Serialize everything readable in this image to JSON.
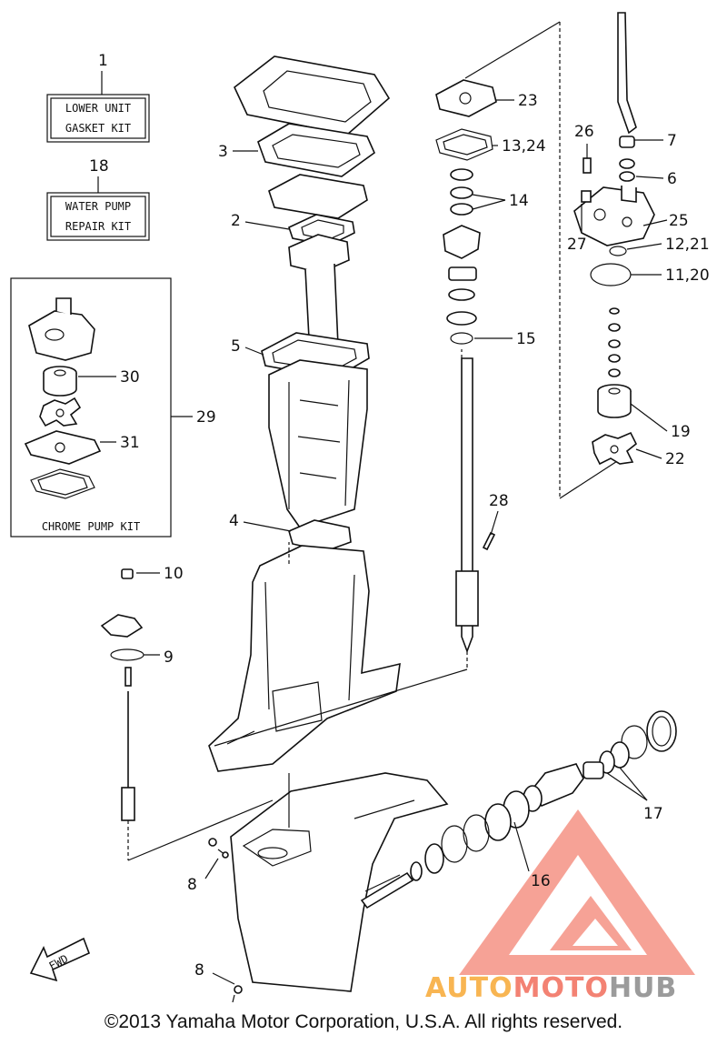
{
  "kits": {
    "gasket": {
      "ref": "1",
      "line1": "LOWER UNIT",
      "line2": "GASKET KIT"
    },
    "water_pump": {
      "ref": "18",
      "line1": "WATER PUMP",
      "line2": "REPAIR KIT"
    },
    "chrome": {
      "ref": "29",
      "title": "CHROME PUMP KIT"
    }
  },
  "callouts": {
    "p2": "2",
    "p3": "3",
    "p4": "4",
    "p5": "5",
    "p6": "6",
    "p7": "7",
    "p8a": "8",
    "p8b": "8",
    "p9": "9",
    "p10": "10",
    "p11_20": "11,20",
    "p12_21": "12,21",
    "p13_24": "13,24",
    "p14": "14",
    "p15": "15",
    "p16": "16",
    "p17": "17",
    "p19": "19",
    "p22": "22",
    "p23": "23",
    "p25": "25",
    "p26": "26",
    "p27": "27",
    "p28": "28",
    "p30": "30",
    "p31": "31"
  },
  "fwd_label": "FWD",
  "logo": {
    "part1": "AUTO",
    "part2": "MOTO",
    "part3": "HUB",
    "color_red": "#f26d5b",
    "color_orange": "#f7a934",
    "color_gray": "#8a8a8a"
  },
  "copyright": "©2013 Yamaha Motor Corporation, U.S.A. All rights reserved."
}
